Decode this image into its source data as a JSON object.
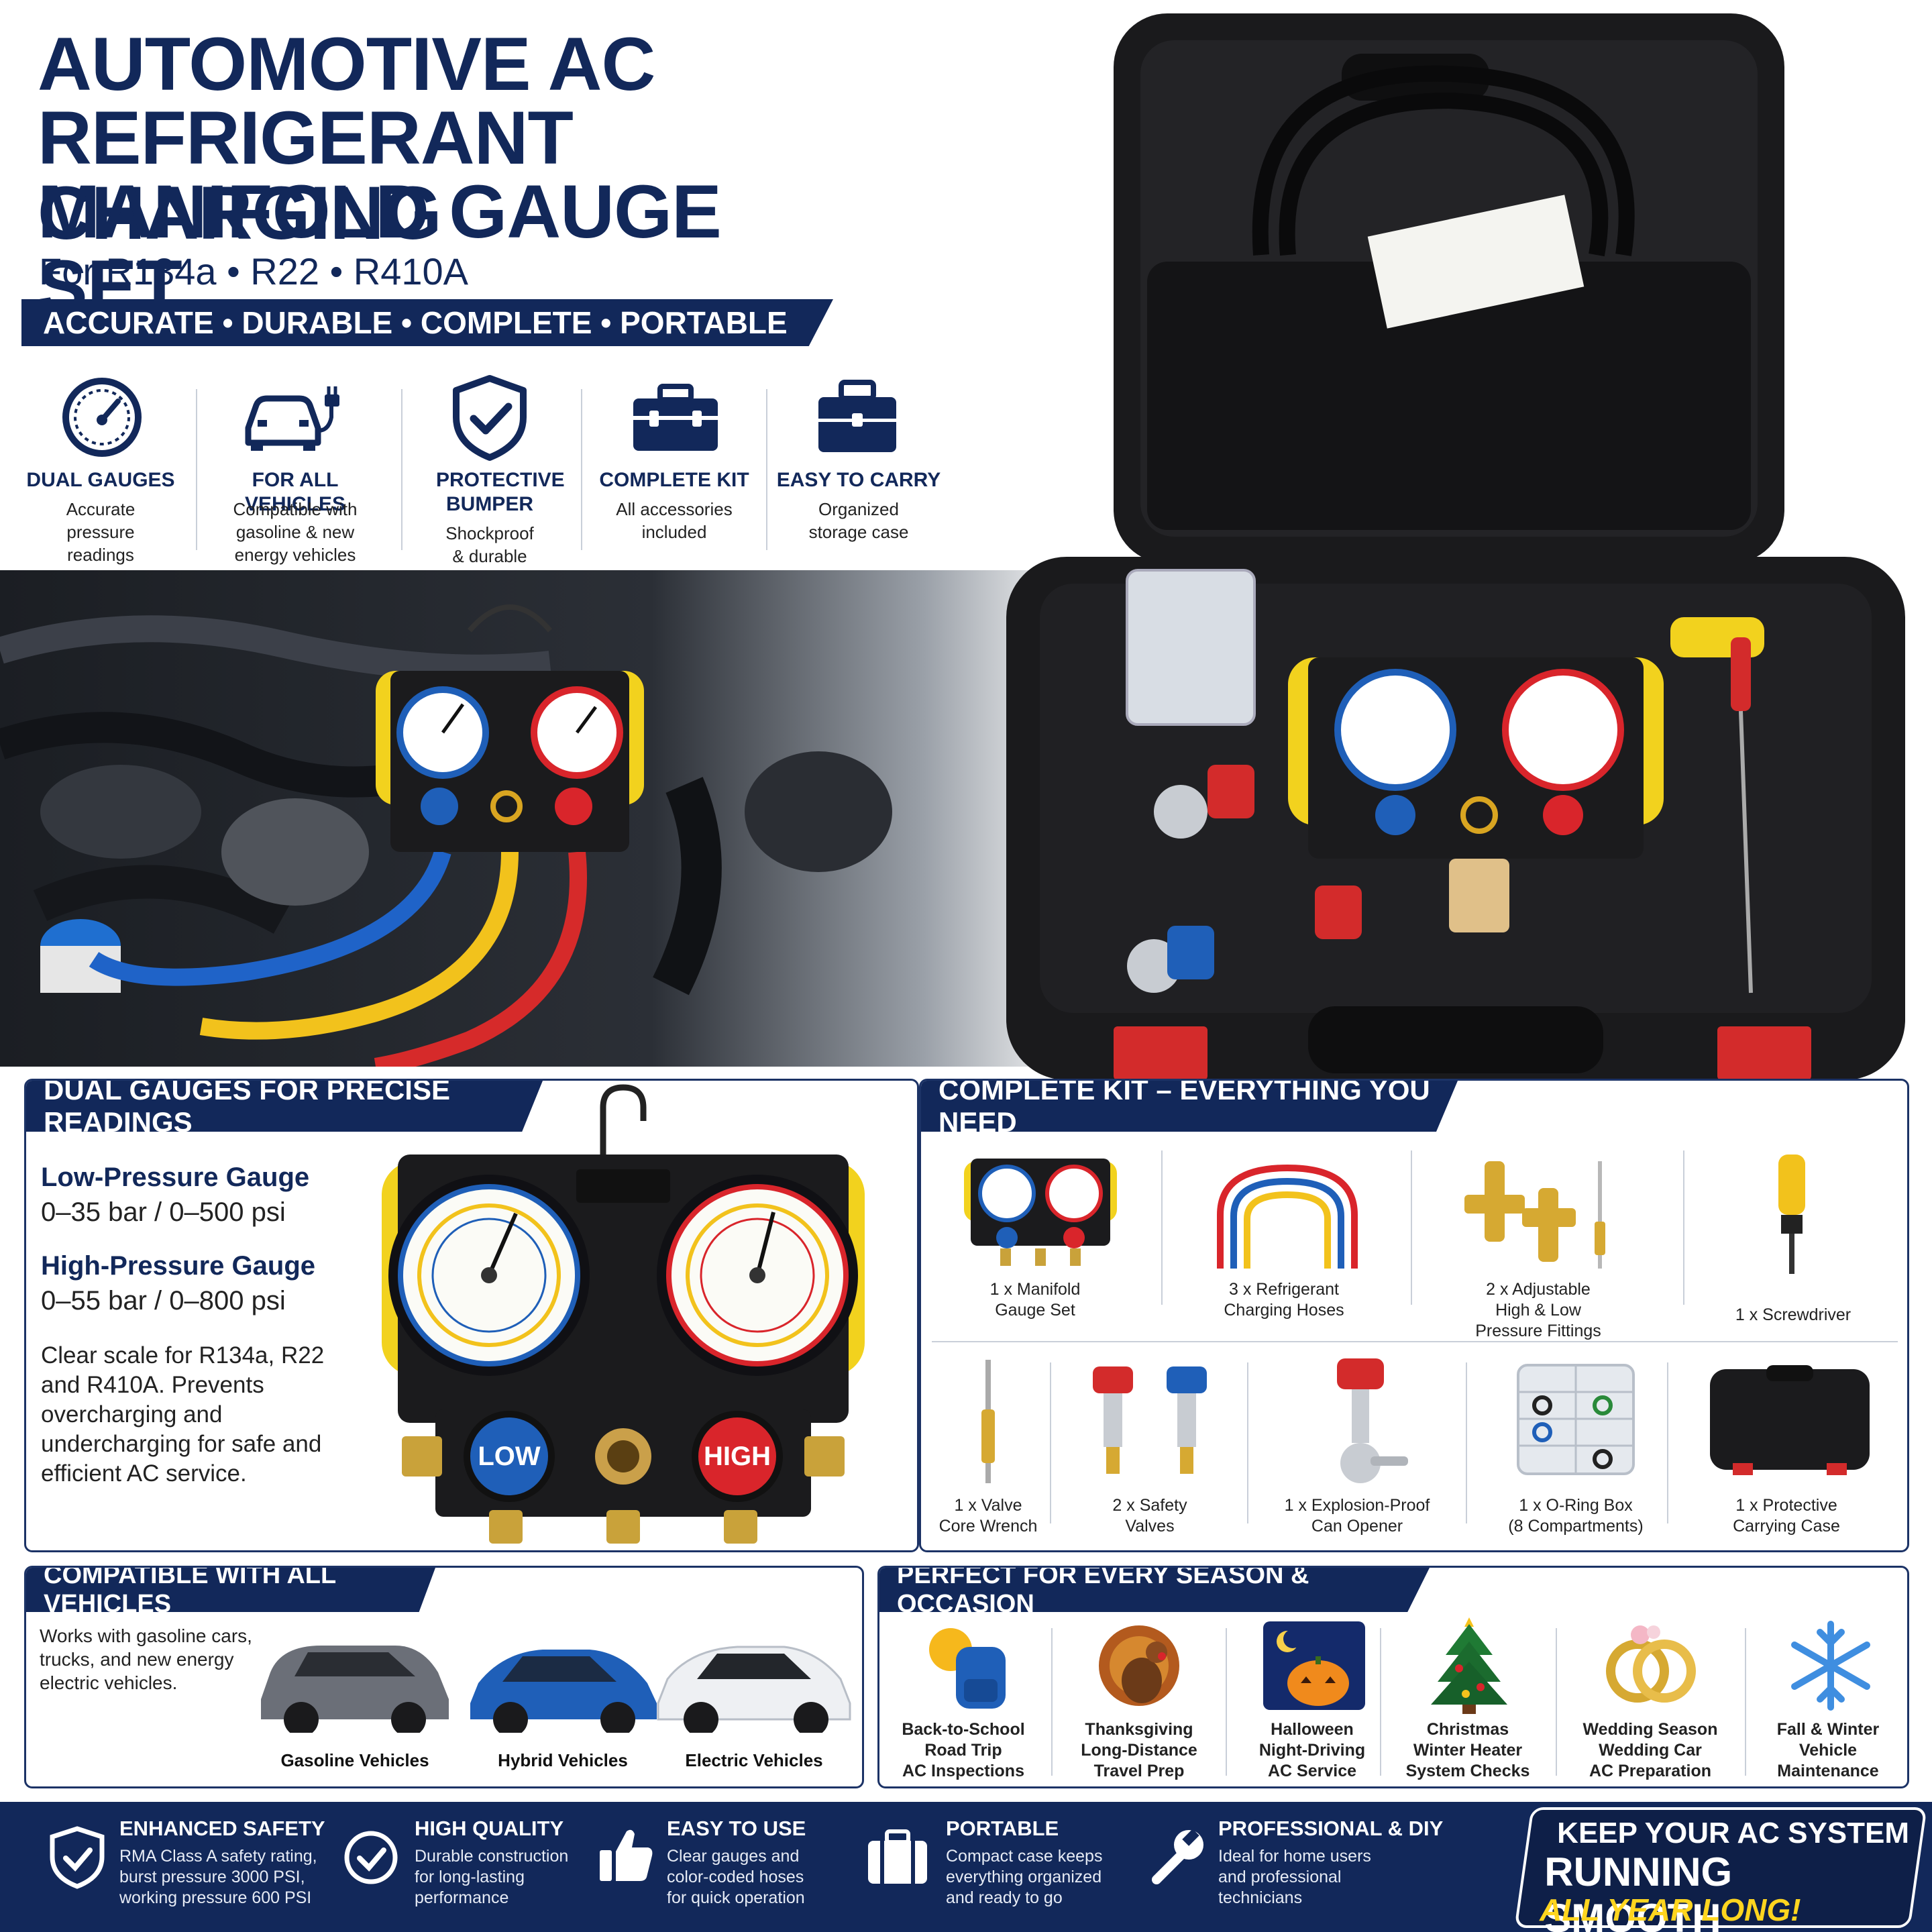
{
  "header": {
    "title_line1": "AUTOMOTIVE AC",
    "title_line2": "REFRIGERANT CHARGING",
    "title_line3": "MANIFOLD GAUGE SET",
    "subtitle": "For R134a • R22 • R410A",
    "tagline": "ACCURATE • DURABLE • COMPLETE • PORTABLE"
  },
  "features": [
    {
      "icon": "gauge-icon",
      "title": "DUAL GAUGES",
      "sub": "Accurate pressure readings"
    },
    {
      "icon": "car-plug-icon",
      "title": "FOR ALL VEHICLES",
      "sub": "Compatible with gasoline & new energy vehicles"
    },
    {
      "icon": "shield-check-icon",
      "title": "PROTECTIVE BUMPER",
      "sub": "Shockproof & durable design"
    },
    {
      "icon": "toolbox-icon",
      "title": "COMPLETE KIT",
      "sub": "All accessories included"
    },
    {
      "icon": "briefcase-icon",
      "title": "EASY TO CARRY",
      "sub": "Organized storage case"
    }
  ],
  "gauges_panel": {
    "title": "DUAL GAUGES FOR PRECISE READINGS",
    "low_label": "Low-Pressure Gauge",
    "low_range": "0–35 bar / 0–500 psi",
    "high_label": "High-Pressure Gauge",
    "high_range": "0–55 bar / 0–800 psi",
    "description": "Clear scale for R134a, R22 and R410A. Prevents overcharging and undercharging for safe and efficient AC service.",
    "knob_low": "LOW",
    "knob_high": "HIGH"
  },
  "kit_panel": {
    "title": "COMPLETE KIT – EVERYTHING YOU NEED",
    "items": [
      {
        "line1": "1 x Manifold",
        "line2": "Gauge Set",
        "line3": ""
      },
      {
        "line1": "3 x Refrigerant",
        "line2": "Charging Hoses",
        "line3": ""
      },
      {
        "line1": "2 x Adjustable",
        "line2": "High & Low",
        "line3": "Pressure Fittings"
      },
      {
        "line1": "1 x Screwdriver",
        "line2": "",
        "line3": ""
      },
      {
        "line1": "1 x Valve",
        "line2": "Core Wrench",
        "line3": ""
      },
      {
        "line1": "2 x Safety",
        "line2": "Valves",
        "line3": ""
      },
      {
        "line1": "1 x Explosion-Proof",
        "line2": "Can Opener",
        "line3": ""
      },
      {
        "line1": "1 x O-Ring Box",
        "line2": "(8 Compartments)",
        "line3": ""
      },
      {
        "line1": "1 x Protective",
        "line2": "Carrying Case",
        "line3": ""
      }
    ]
  },
  "vehicles_panel": {
    "title": "COMPATIBLE WITH ALL VEHICLES",
    "description": "Works with gasoline cars, trucks, and new energy electric vehicles.",
    "vehicles": [
      {
        "label": "Gasoline Vehicles",
        "color": "#6b6f78"
      },
      {
        "label": "Hybrid Vehicles",
        "color": "#1f5fb8"
      },
      {
        "label": "Electric Vehicles",
        "color": "#f2f3f5"
      }
    ]
  },
  "season_panel": {
    "title": "PERFECT FOR EVERY SEASON & OCCASION",
    "occasions": [
      {
        "icon": "backpack-sun-icon",
        "line1": "Back-to-School",
        "line2": "Road Trip",
        "line3": "AC Inspections"
      },
      {
        "icon": "turkey-icon",
        "line1": "Thanksgiving",
        "line2": "Long-Distance",
        "line3": "Travel Prep"
      },
      {
        "icon": "pumpkin-icon",
        "line1": "Halloween",
        "line2": "Night-Driving",
        "line3": "AC Service"
      },
      {
        "icon": "christmas-tree-icon",
        "line1": "Christmas",
        "line2": "Winter Heater",
        "line3": "System Checks"
      },
      {
        "icon": "wedding-rings-icon",
        "line1": "Wedding Season",
        "line2": "Wedding Car",
        "line3": "AC Preparation"
      },
      {
        "icon": "snowflake-icon",
        "line1": "Fall & Winter",
        "line2": "Vehicle",
        "line3": "Maintenance"
      }
    ]
  },
  "bottom_bar": {
    "items": [
      {
        "icon": "shield-check-icon",
        "title": "ENHANCED SAFETY",
        "sub1": "RMA Class A safety rating,",
        "sub2": "burst pressure 3000 PSI,",
        "sub3": "working pressure 600 PSI"
      },
      {
        "icon": "check-circle-icon",
        "title": "HIGH QUALITY",
        "sub1": "Durable construction",
        "sub2": "for long-lasting",
        "sub3": "performance"
      },
      {
        "icon": "thumbs-up-icon",
        "title": "EASY TO USE",
        "sub1": "Clear gauges and",
        "sub2": "color-coded hoses",
        "sub3": "for quick operation"
      },
      {
        "icon": "suitcase-icon",
        "title": "PORTABLE",
        "sub1": "Compact case keeps",
        "sub2": "everything organized",
        "sub3": "and ready to go"
      },
      {
        "icon": "wrench-icon",
        "title": "PROFESSIONAL & DIY",
        "sub1": "Ideal for home users",
        "sub2": "and professional",
        "sub3": "technicians"
      }
    ],
    "cta_line1": "KEEP YOUR AC SYSTEM",
    "cta_line2": "RUNNING SMOOTH",
    "cta_line3": "ALL YEAR LONG!"
  },
  "colors": {
    "navy": "#12285a",
    "yellow": "#ffd51f",
    "red": "#d9252b",
    "blue": "#1f5fb8"
  }
}
